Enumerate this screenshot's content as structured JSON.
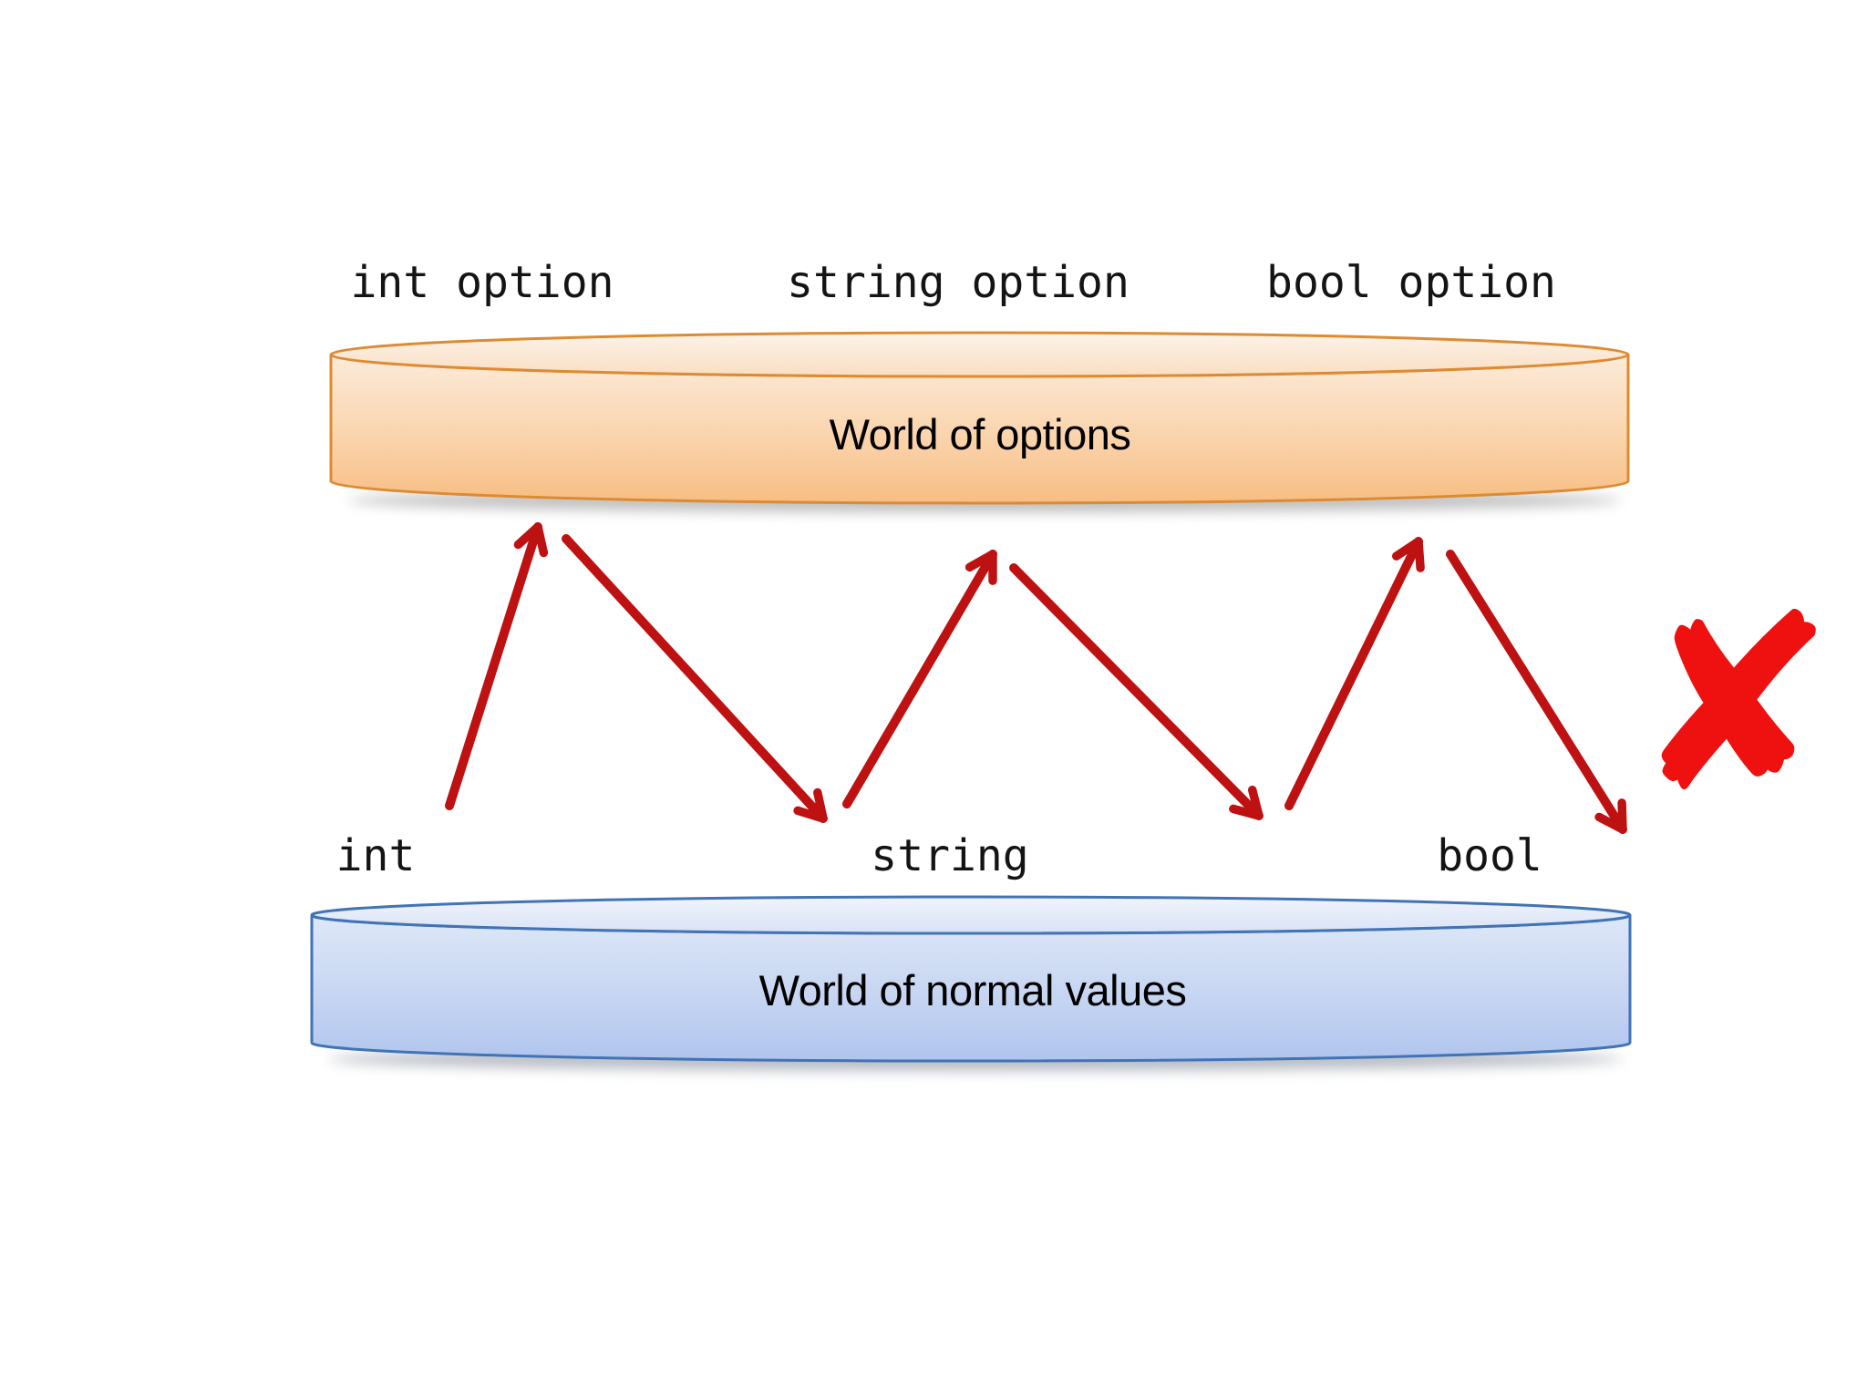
{
  "slide": {
    "background": "#ffffff",
    "worlds": {
      "options": {
        "label": "World of options",
        "border_color": "#DD8B33",
        "fill_top": "#FBEAD8",
        "fill_bottom": "#F8BD83",
        "type_labels": [
          "int option",
          "string option",
          "bool option"
        ]
      },
      "normal": {
        "label": "World of normal values",
        "border_color": "#4173B5",
        "fill_top": "#DCE6F7",
        "fill_bottom": "#B0C5EE",
        "type_labels": [
          "int",
          "string",
          "bool"
        ]
      }
    },
    "arrows": {
      "color": "#BE1111",
      "connections": [
        {
          "from": "int",
          "to": "int option",
          "direction": "up"
        },
        {
          "from": "int option",
          "to": "string",
          "direction": "down"
        },
        {
          "from": "string",
          "to": "string option",
          "direction": "up"
        },
        {
          "from": "string option",
          "to": "bool",
          "direction": "down"
        },
        {
          "from": "bool",
          "to": "bool option",
          "direction": "up"
        },
        {
          "from": "bool option",
          "to": "no value",
          "direction": "down",
          "blocked": true
        }
      ]
    },
    "failure_mark": {
      "glyph": "✘",
      "color": "#EF1010"
    }
  }
}
